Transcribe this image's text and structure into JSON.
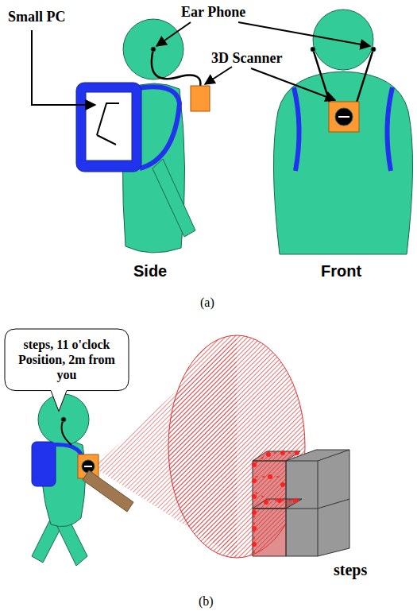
{
  "diagram": {
    "nodes": [
      {
        "text": [
          "steps, 11 o'clock Position, 2m from you"
        ]
      }
    ],
    "labels": [
      "Small PC",
      "Ear Phone",
      "3D Scanner",
      "Side",
      "Front",
      "(a)",
      "steps",
      "(b)"
    ]
  }
}
